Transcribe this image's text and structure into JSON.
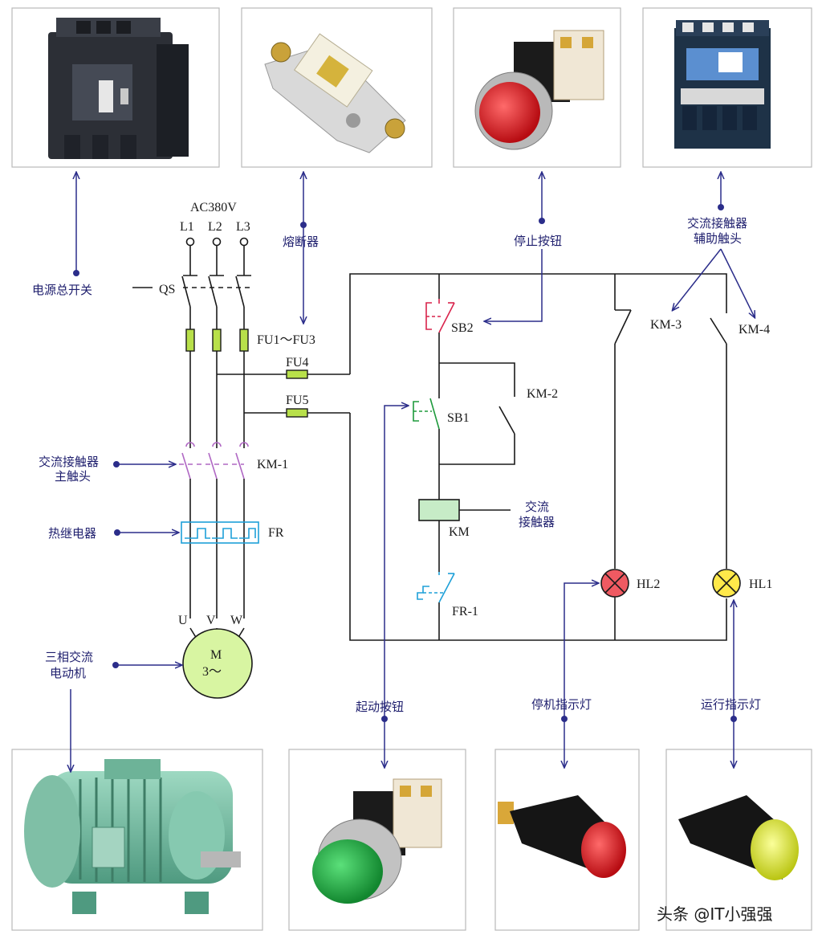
{
  "supply": {
    "voltage": "AC380V",
    "phases": [
      "L1",
      "L2",
      "L3"
    ]
  },
  "components": {
    "qs": "QS",
    "fuses_main": "FU1～FU3",
    "fu4": "FU4",
    "fu5": "FU5",
    "km1": "KM-1",
    "fr": "FR",
    "motor_terminals": [
      "U",
      "V",
      "W"
    ],
    "motor_line1": "M",
    "motor_line2": "3～",
    "sb2": "SB2",
    "sb1": "SB1",
    "km2": "KM-2",
    "km_coil": "KM",
    "fr1": "FR-1",
    "km3": "KM-3",
    "km4": "KM-4",
    "hl2": "HL2",
    "hl1": "HL1"
  },
  "callouts": {
    "main_switch": "电源总开关",
    "fuse": "熔断器",
    "stop_button": "停止按钮",
    "aux_contact_line1": "交流接触器",
    "aux_contact_line2": "辅助触头",
    "main_contact_line1": "交流接触器",
    "main_contact_line2": "主触头",
    "thermal_relay": "热继电器",
    "motor_line1": "三相交流",
    "motor_line2": "电动机",
    "contactor_line1": "交流",
    "contactor_line2": "接触器",
    "start_button": "起动按钮",
    "stop_lamp": "停机指示灯",
    "run_lamp": "运行指示灯"
  },
  "watermark": "头条 @IT小强强",
  "colors": {
    "callout": "#2b2d8a",
    "stop_button": "#d9234b",
    "start_button": "#1e9a3c",
    "fuse": "#b8e04a",
    "contactor_coil": "#c7ecc7",
    "thermal_relay": "#1ea0d8",
    "km_main_contact": "#b068c4",
    "motor": "#d8f5a2",
    "hl2_lamp": "#ef5a62",
    "hl1_lamp": "#ffe94a"
  },
  "icons": [
    "circuit-breaker-photo",
    "fuse-photo",
    "red-button-photo",
    "contactor-photo",
    "motor-photo",
    "green-button-photo",
    "red-lamp-photo",
    "yellow-lamp-photo"
  ]
}
